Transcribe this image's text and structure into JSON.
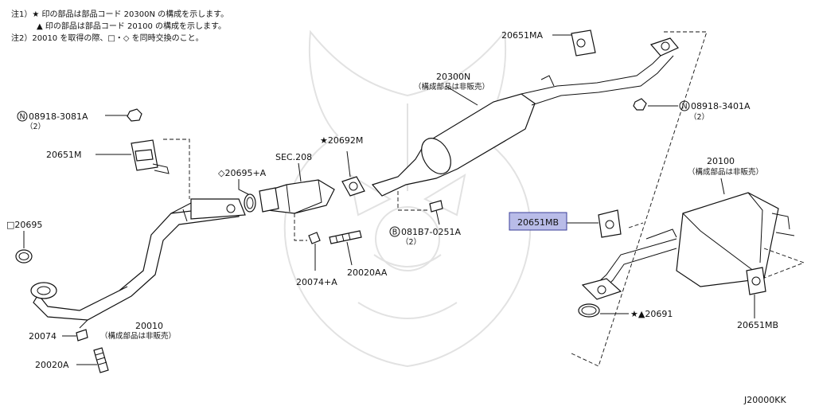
{
  "notes": [
    "注1）★ 印の部品は部品コード 20300N の構成を示します。",
    "▲ 印の部品は部品コード 20100 の構成を示します。",
    "注2）20010 を取得の際、□・◇ を同時交換のこと。"
  ],
  "labels": {
    "p20651MA": "20651MA",
    "p20300N": "20300N",
    "p20300N_note": "（構成部品は非販売）",
    "n08918_3401A": "08918-3401A",
    "n08918_3401A_qty": "（2）",
    "n08918_3081A": "08918-3081A",
    "n08918_3081A_qty": "（2）",
    "p20651M": "20651M",
    "p20692M": "★20692M",
    "sec208": "SEC.208",
    "p20695A": "◇20695+A",
    "p20100": "20100",
    "p20100_note": "（構成部品は非販売）",
    "p20695": "□20695",
    "p20651MB_hl": "20651MB",
    "b081B7": "081B7-0251A",
    "b081B7_qty": "（2）",
    "p20020AA": "20020AA",
    "p20074A": "20074+A",
    "p20010": "20010",
    "p20010_note": "（構成部品は非販売）",
    "p20074": "20074",
    "p20020A": "20020A",
    "p20691": "★▲20691",
    "p20651MB": "20651MB",
    "diagram_id": "J20000KK",
    "circle_n": "N",
    "circle_b": "B"
  },
  "colors": {
    "highlight_fill": "#b9bce8",
    "highlight_border": "#3b3f9a",
    "ink": "#111111",
    "watermark": "#e2e2e2"
  }
}
